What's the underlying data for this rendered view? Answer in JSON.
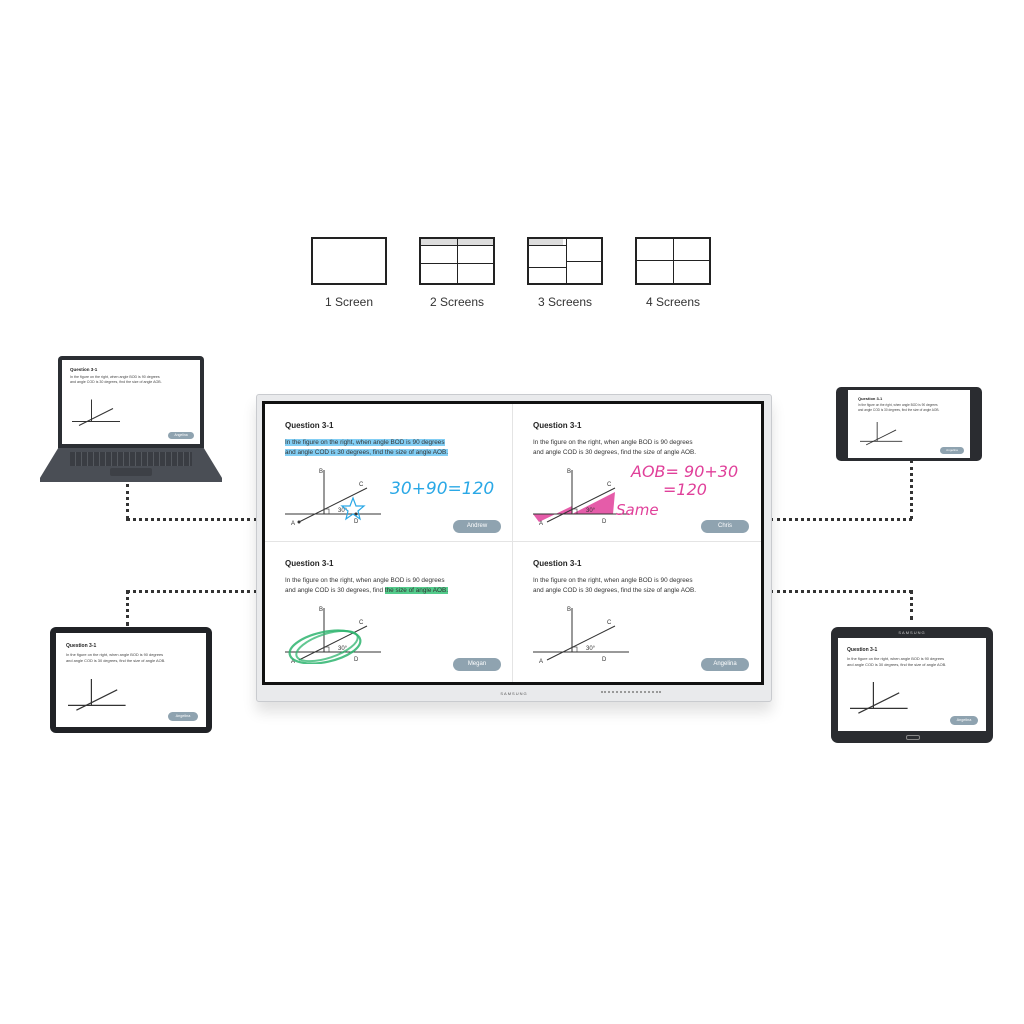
{
  "layouts": [
    {
      "label": "1 Screen"
    },
    {
      "label": "2 Screens"
    },
    {
      "label": "3 Screens"
    },
    {
      "label": "4 Screens"
    }
  ],
  "display": {
    "brand": "SAMSUNG",
    "quadrants": [
      {
        "title": "Question 3-1",
        "line1": "In the figure on the right, when angle BOD is 90 degrees",
        "line2": "and angle COD is 30 degrees, find the size of angle AOB.",
        "student": "Andrew",
        "handwriting": "30+90=120"
      },
      {
        "title": "Question 3-1",
        "line1": "In the figure on the right, when angle BOD is 90 degrees",
        "line2": "and angle COD is 30 degrees, find the size of angle AOB.",
        "student": "Chris",
        "handwriting1": "AOB= 90+30",
        "handwriting2": "=120",
        "handwriting3": "Same"
      },
      {
        "title": "Question 3-1",
        "line1": "In the figure on the right, when angle BOD is 90 degrees",
        "line2_pre": "and angle COD is 30 degrees, find ",
        "line2_hl": "the size of angle AOB.",
        "student": "Megan"
      },
      {
        "title": "Question 3-1",
        "line1": "In the figure on the right, when angle BOD is 90 degrees",
        "line2": "and angle COD is 30 degrees, find the size of angle AOB.",
        "student": "Angelina"
      }
    ],
    "figure": {
      "labels": [
        "B",
        "C",
        "A",
        "D",
        "30°"
      ]
    }
  },
  "devices": {
    "laptop": {
      "title": "Question 3-1",
      "line1": "In the figure on the right, when angle BOD is 90 degrees",
      "line2": "and angle COD is 30 degrees, find the size of angle AOB.",
      "student": "Angelina"
    },
    "tablet_left": {
      "title": "Question 3-1",
      "line1": "In the figure on the right, when angle BOD is 90 degrees",
      "line2": "and angle COD is 30 degrees, find the size of angle AOB.",
      "student": "Angelina"
    },
    "phone": {
      "title": "Question 3-1",
      "line1": "In the figure on the right, when angle BOD is 90 degrees",
      "line2": "and angle COD is 30 degrees, find the size of angle AOB.",
      "student": "Angelina"
    },
    "tablet_right": {
      "brand": "SAMSUNG",
      "title": "Question 3-1",
      "line1": "In the figure on the right, when angle BOD is 90 degrees",
      "line2": "and angle COD is 30 degrees, find the size of angle AOB.",
      "student": "Angelina"
    }
  },
  "colors": {
    "button": "#8fa3b0",
    "highlight_blue": "#58bef0",
    "highlight_green": "#28be6e",
    "ink_pink": "#e0409a",
    "ink_blue": "#2aa8e6",
    "ink_green": "#2db46e"
  }
}
